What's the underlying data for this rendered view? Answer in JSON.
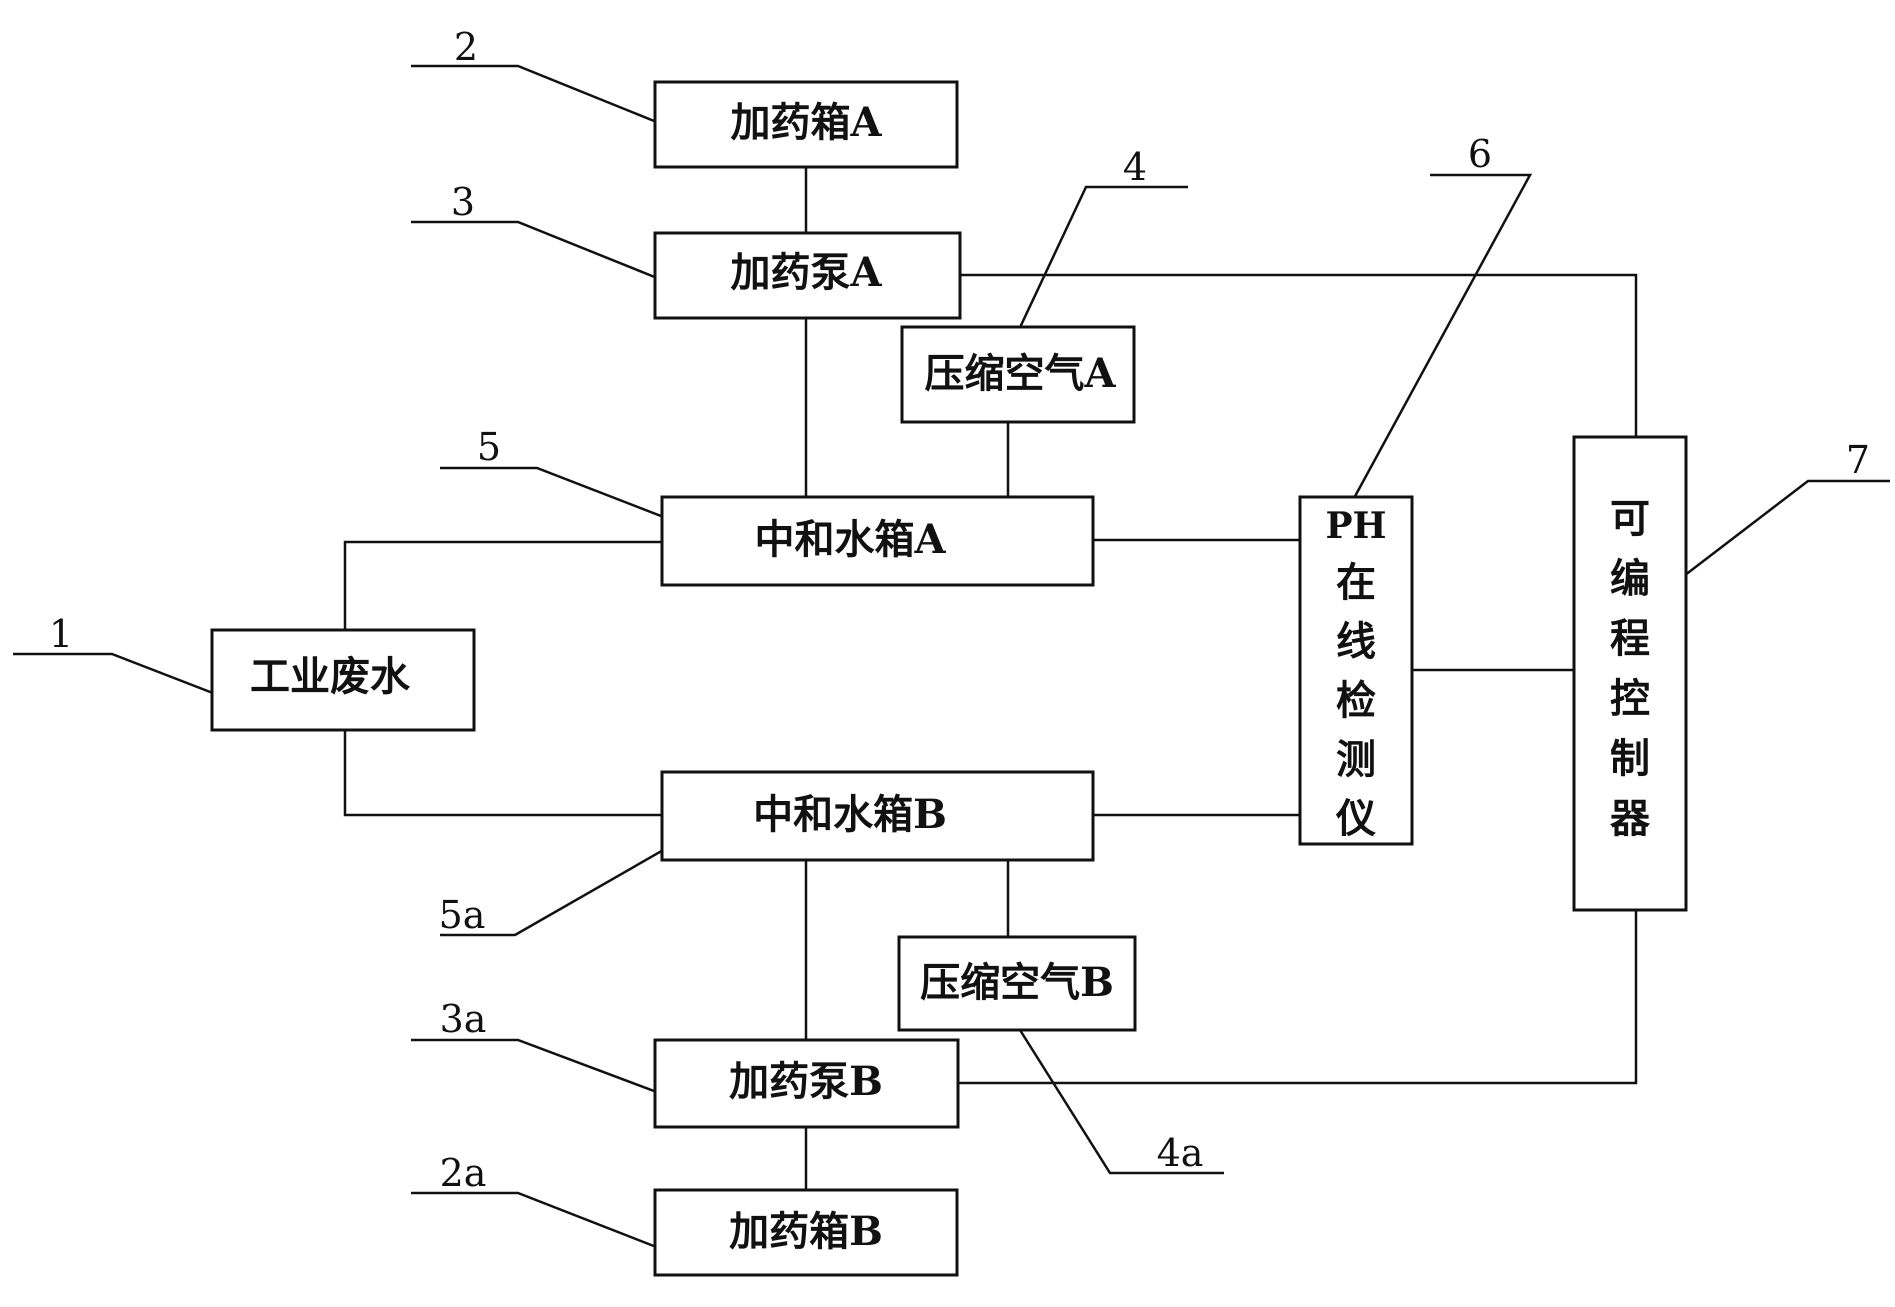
{
  "components": {
    "tank_a": "加药箱A",
    "pump_a": "加药泵A",
    "air_a": "压缩空气A",
    "neut_a": "中和水箱A",
    "wastewater": "工业废水",
    "neut_b": "中和水箱B",
    "air_b": "压缩空气B",
    "pump_b": "加药泵B",
    "tank_b": "加药箱B",
    "ph_prefix": "PH",
    "ph_chars": [
      "在",
      "线",
      "检",
      "测",
      "仪"
    ],
    "plc_chars": [
      "可",
      "编",
      "程",
      "控",
      "制",
      "器"
    ]
  },
  "callouts": {
    "n1": "1",
    "n2": "2",
    "n3": "3",
    "n4": "4",
    "n5": "5",
    "n6": "6",
    "n7": "7",
    "n2a": "2a",
    "n3a": "3a",
    "n4a": "4a",
    "n5a": "5a"
  }
}
